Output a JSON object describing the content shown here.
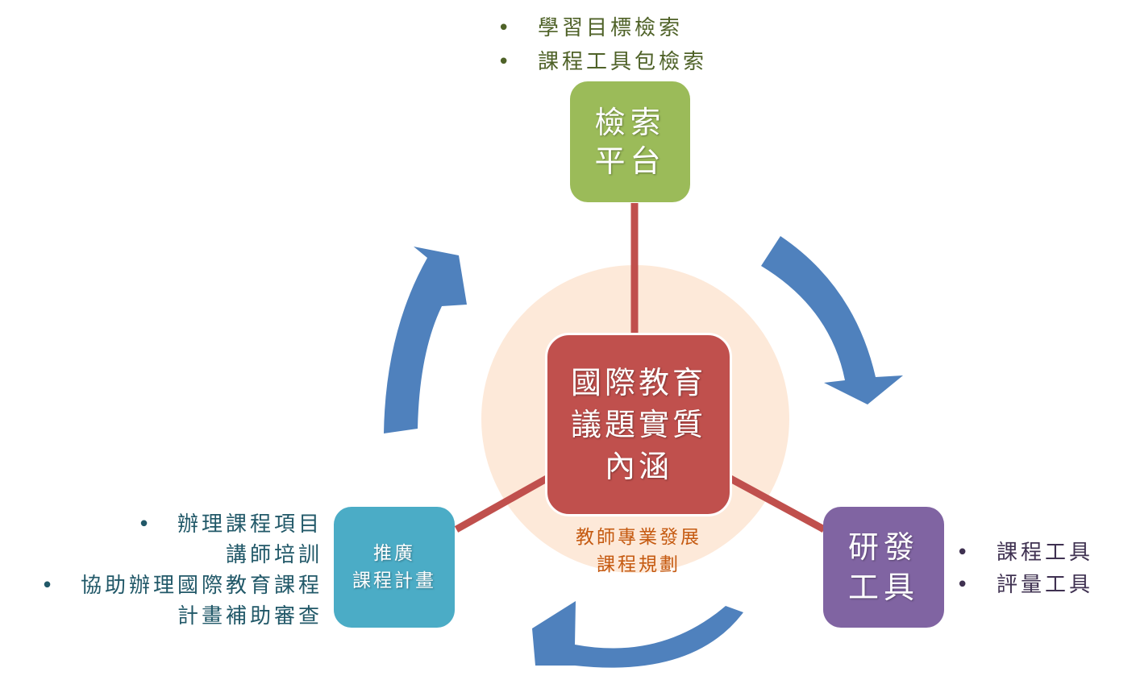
{
  "center": {
    "lines": [
      "國際教育",
      "議題實質",
      "內涵"
    ],
    "sub_lines": [
      "教師專業發展",
      "課程規劃"
    ]
  },
  "search_platform": {
    "lines": [
      "檢索",
      "平台"
    ],
    "bullets": [
      "學習目標檢索",
      "課程工具包檢索"
    ]
  },
  "dev_tools": {
    "lines": [
      "研發",
      "工具"
    ],
    "bullets": [
      "課程工具",
      "評量工具"
    ]
  },
  "promotion": {
    "lines": [
      "推廣",
      "課程計畫"
    ],
    "bullets": [
      {
        "lines": [
          "辦理課程項目",
          "講師培訓"
        ]
      },
      {
        "lines": [
          "協助辦理國際教育課程",
          "計畫補助審查"
        ]
      }
    ]
  },
  "colors": {
    "search": "#9bbb59",
    "center": "#c0504d",
    "dev": "#8064a2",
    "promotion": "#4bacc6",
    "arrows": "#4f81bd",
    "halo": "#fde9d9",
    "connectors": "#c0504d"
  }
}
